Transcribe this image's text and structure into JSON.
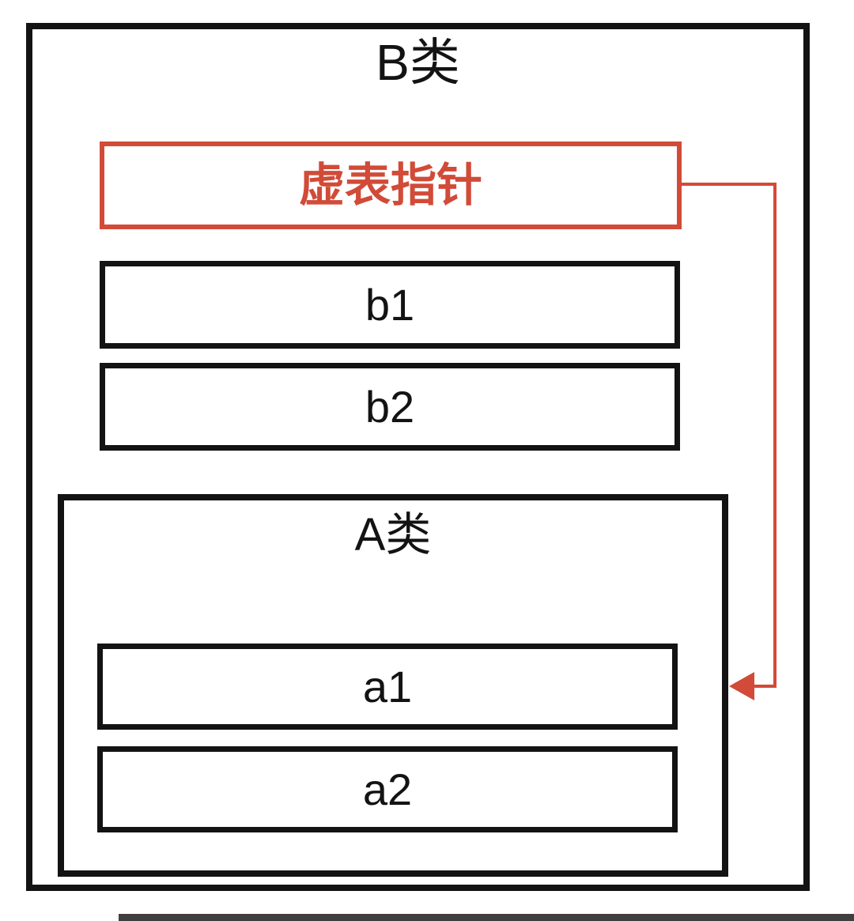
{
  "diagram": {
    "b_class_title": "B类",
    "vptr_label": "虚表指针",
    "b_members": [
      "b1",
      "b2"
    ],
    "a_class_title": "A类",
    "a_members": [
      "a1",
      "a2"
    ]
  },
  "colors": {
    "accent_red": "#d14b38",
    "border_black": "#131313",
    "background": "#ffffff",
    "bottom_strip": "#3f3f3f"
  }
}
